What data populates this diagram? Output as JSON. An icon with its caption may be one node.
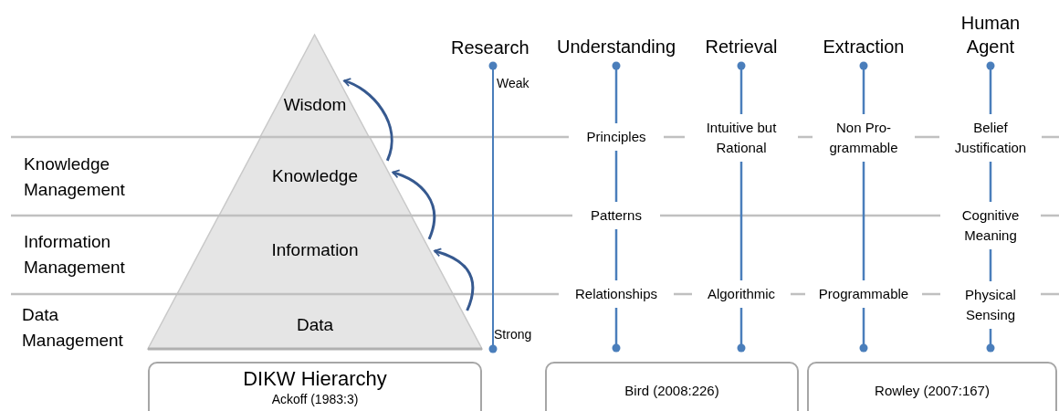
{
  "diagram": {
    "nodes": [
      {
        "text": [
          "Wisdom"
        ]
      },
      {
        "text": [
          "Knowledge"
        ]
      },
      {
        "text": [
          "Information"
        ]
      },
      {
        "text": [
          "Data"
        ]
      },
      {
        "text": [
          "Understanding"
        ]
      },
      {
        "text": [
          "Retrieval"
        ]
      },
      {
        "text": [
          "Extraction"
        ]
      },
      {
        "text": [
          "Human Agent"
        ]
      },
      {
        "text": [
          "Principles"
        ]
      },
      {
        "text": [
          "Intuitive but Rational"
        ]
      },
      {
        "text": [
          "Non Pro- grammable"
        ]
      },
      {
        "text": [
          "Belief Justification"
        ]
      },
      {
        "text": [
          "Patterns"
        ]
      },
      {
        "text": [
          "Cognitive Meaning"
        ]
      },
      {
        "text": [
          "Relationships"
        ]
      },
      {
        "text": [
          "Algorithmic"
        ]
      },
      {
        "text": [
          "Programmable"
        ]
      },
      {
        "text": [
          "Physical Sensing"
        ]
      },
      {
        "text": [
          "DIKW Hierarchy",
          "Ackoff (1983:3)"
        ]
      },
      {
        "text": [
          "Bird (2008:226)"
        ]
      },
      {
        "text": [
          "Rowley (2007:167)"
        ]
      }
    ],
    "edges": [
      {
        "from": 3,
        "to": 2,
        "arrow": "to",
        "color": "#36598f"
      },
      {
        "from": 2,
        "to": 1,
        "arrow": "to",
        "color": "#36598f"
      },
      {
        "from": 1,
        "to": 0,
        "arrow": "to",
        "color": "#36598f"
      },
      {
        "from": 4,
        "to": 8,
        "arrow": "other"
      },
      {
        "from": 8,
        "to": 12,
        "arrow": "none"
      },
      {
        "from": 12,
        "to": 14,
        "arrow": "none"
      },
      {
        "from": 19,
        "to": 14,
        "arrow": "other"
      },
      {
        "from": 5,
        "to": 9,
        "arrow": "other"
      },
      {
        "from": 9,
        "to": 15,
        "arrow": "none"
      },
      {
        "from": 19,
        "to": 15,
        "arrow": "other"
      },
      {
        "from": 6,
        "to": 10,
        "arrow": "other"
      },
      {
        "from": 10,
        "to": 16,
        "arrow": "none"
      },
      {
        "from": 20,
        "to": 16,
        "arrow": "other"
      },
      {
        "from": 7,
        "to": 11,
        "arrow": "other"
      },
      {
        "from": 11,
        "to": 13,
        "arrow": "none"
      },
      {
        "from": 13,
        "to": 17,
        "arrow": "none"
      },
      {
        "from": 20,
        "to": 17,
        "arrow": "other"
      }
    ],
    "labels": [
      "Research",
      "Weak",
      "Knowledge Management",
      "Information Management",
      "Data Management",
      "Strong"
    ]
  }
}
